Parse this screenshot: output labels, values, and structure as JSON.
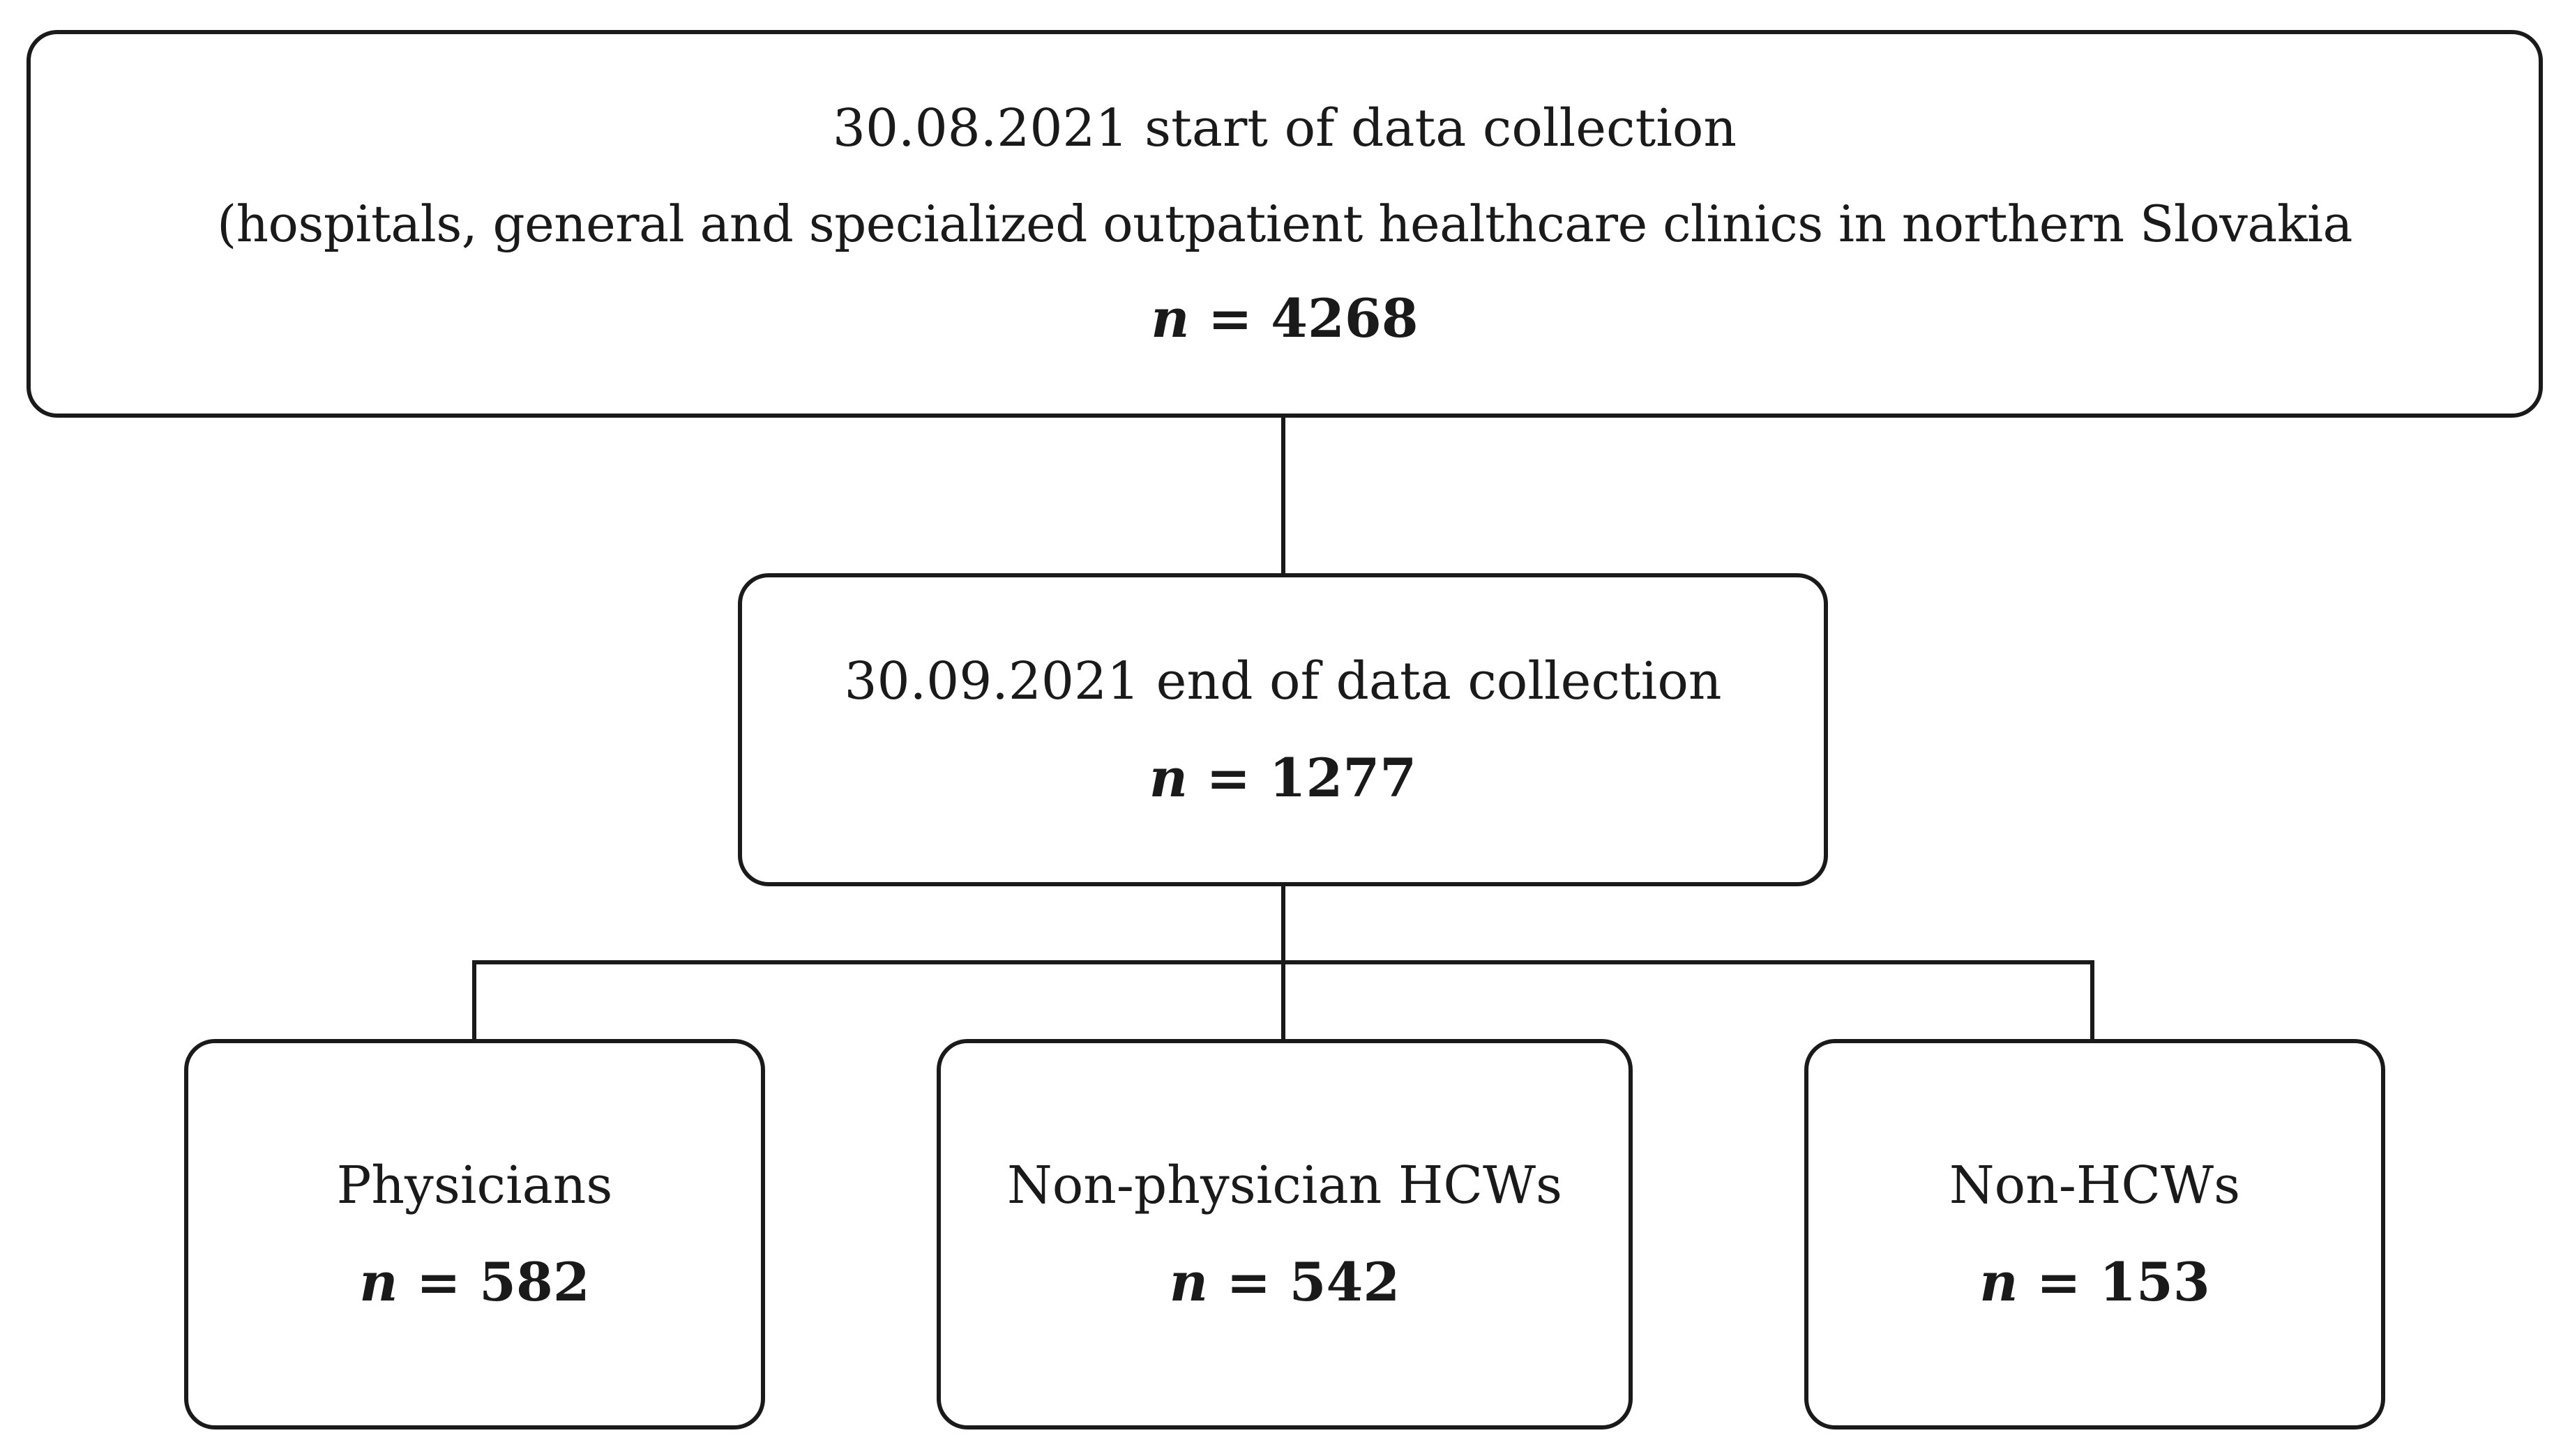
{
  "diagram": {
    "type": "flowchart",
    "nodes": {
      "start": {
        "line1": "30.08.2021 start of data collection",
        "line2": "(hospitals, general and specialized outpatient healthcare clinics in northern Slovakia",
        "n_var": "n",
        "n_text": " = 4268"
      },
      "end": {
        "line1": "30.09.2021 end of data collection",
        "n_var": "n",
        "n_text": " = 1277"
      },
      "physicians": {
        "label": "Physicians",
        "n_var": "n",
        "n_text": " = 582"
      },
      "non_physician_hcws": {
        "label": "Non-physician HCWs",
        "n_var": "n",
        "n_text": " = 542"
      },
      "non_hcws": {
        "label": "Non-HCWs",
        "n_var": "n",
        "n_text": " = 153"
      }
    },
    "edges": [
      {
        "from": "start",
        "to": "end"
      },
      {
        "from": "end",
        "to": "physicians"
      },
      {
        "from": "end",
        "to": "non_physician_hcws"
      },
      {
        "from": "end",
        "to": "non_hcws"
      }
    ]
  }
}
